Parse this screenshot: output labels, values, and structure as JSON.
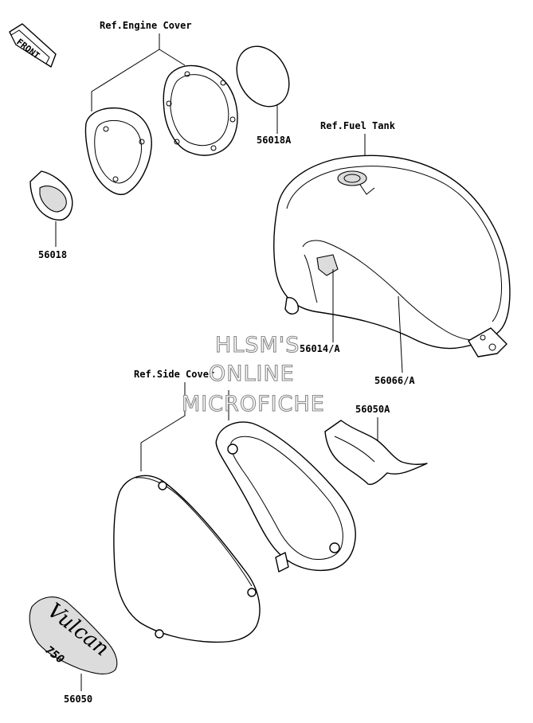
{
  "direction_label": "FRONT",
  "references": {
    "engine_cover": "Ref.Engine Cover",
    "fuel_tank": "Ref.Fuel Tank",
    "side_cover": "Ref.Side Cover"
  },
  "part_numbers": {
    "p56018": "56018",
    "p56018a": "56018A",
    "p56014a": "56014/A",
    "p56066a": "56066/A",
    "p56050a": "56050A",
    "p56050": "56050"
  },
  "watermark": {
    "line1": "HLSM'S",
    "line2": "ONLINE",
    "line3": "MICROFICHE"
  },
  "emblem_text": {
    "brand": "Vulcan",
    "model": "750"
  }
}
